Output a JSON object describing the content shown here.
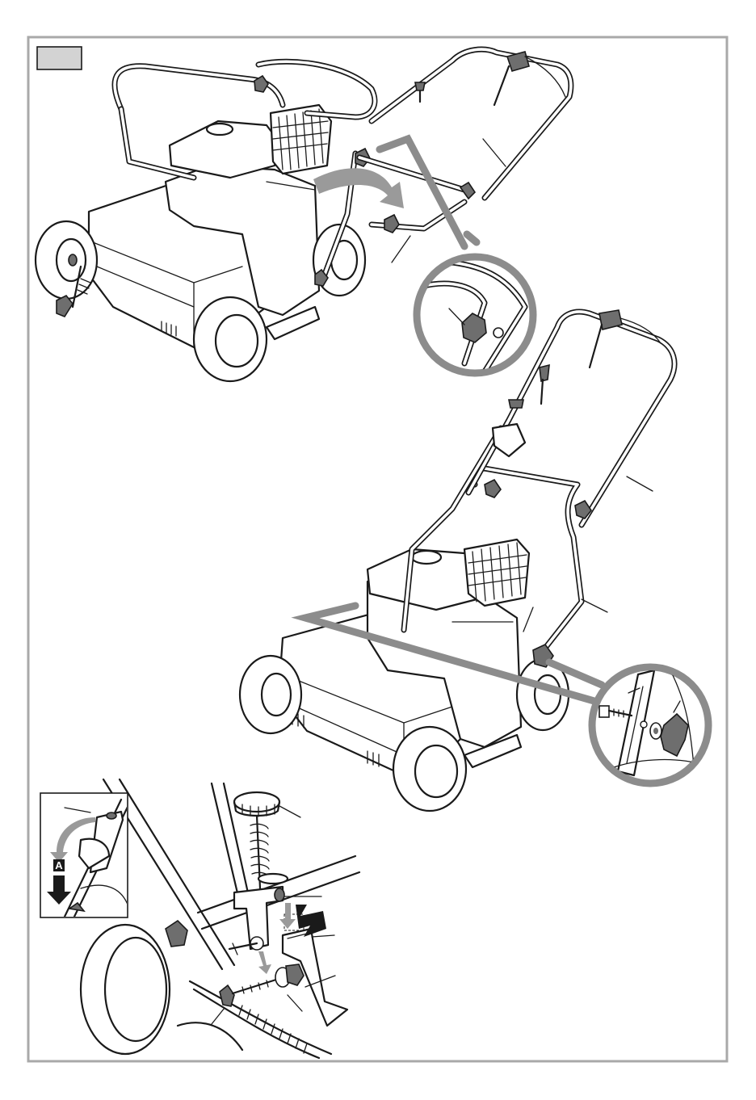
{
  "figure": {
    "number_box": {
      "label": "",
      "fill": "#d3d3d3"
    },
    "step_marker": {
      "label": "A",
      "color": "#1a1a1a"
    },
    "frame_color": "#a9a9a9",
    "callout_color": "#8c8c8c"
  },
  "scenes": [
    {
      "name": "fold-handle-up",
      "icons": [
        "scarifier-folded",
        "upper-handle",
        "lower-handle",
        "rotation-arrow",
        "star-knob-detail"
      ]
    },
    {
      "name": "handle-assembled",
      "icons": [
        "scarifier-upright",
        "bolt-detail",
        "washer",
        "star-knob"
      ]
    },
    {
      "name": "cable-adjuster",
      "icons": [
        "adjuster-knob",
        "spring",
        "bracket",
        "pin",
        "nut",
        "push-arrow",
        "inset-lever"
      ]
    }
  ]
}
